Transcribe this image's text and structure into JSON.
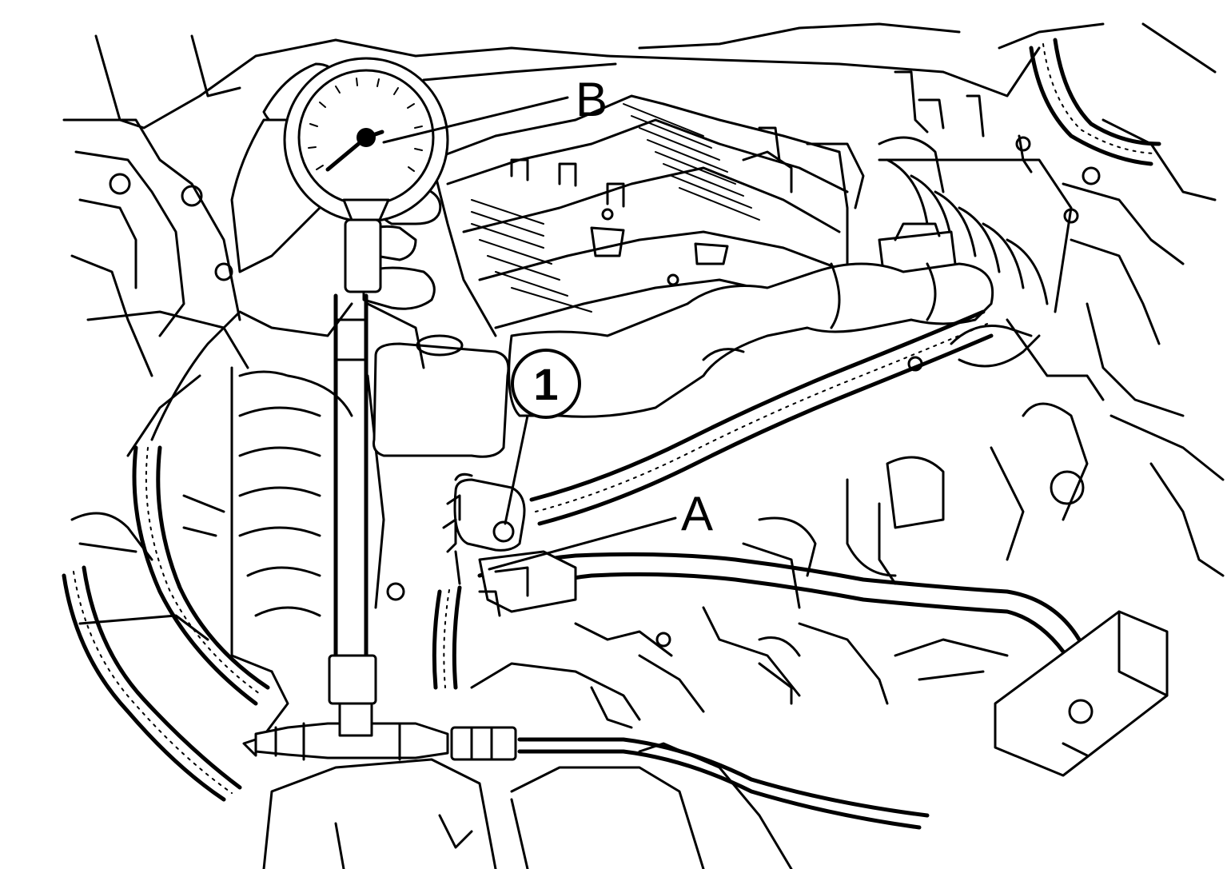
{
  "callouts": {
    "item_1": "1",
    "label_a": "A",
    "label_b": "B"
  },
  "colors": {
    "line": "#000000",
    "background": "#ffffff"
  }
}
